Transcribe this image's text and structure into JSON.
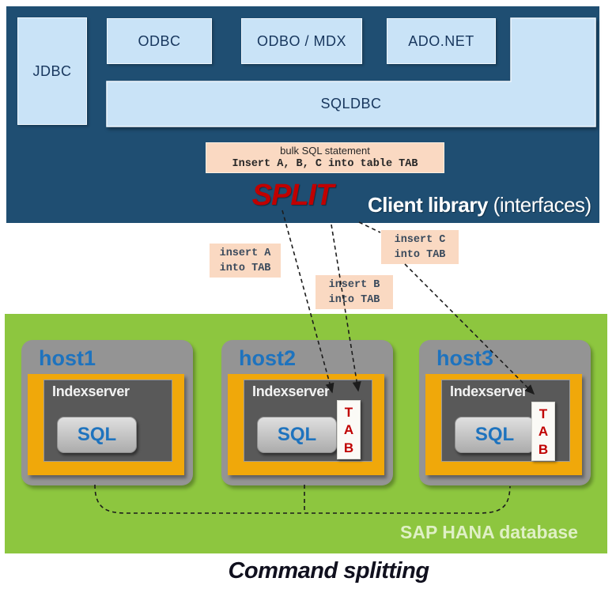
{
  "caption": "Command splitting",
  "client_library": {
    "title_bold": "Client library",
    "title_note": "(interfaces)",
    "boxes": {
      "jdbc": "JDBC",
      "odbc": "ODBC",
      "odbo_mdx": "ODBO / MDX",
      "ado_net": "ADO.NET",
      "sqldbc": "SQLDBC"
    },
    "bulk_statement": {
      "line1": "bulk SQL statement",
      "line2": "Insert A, B, C into table TAB"
    },
    "split_label": "SPLIT"
  },
  "insert_notes": [
    {
      "line1": "insert A",
      "line2": "into TAB"
    },
    {
      "line1": "insert B",
      "line2": "into TAB"
    },
    {
      "line1": "insert C",
      "line2": "into TAB"
    }
  ],
  "database": {
    "label": "SAP HANA database",
    "hosts": [
      {
        "name": "host1",
        "server": "Indexserver",
        "engine": "SQL",
        "has_tab": false
      },
      {
        "name": "host2",
        "server": "Indexserver",
        "engine": "SQL",
        "has_tab": true,
        "tab_letters": [
          "T",
          "A",
          "B"
        ]
      },
      {
        "name": "host3",
        "server": "Indexserver",
        "engine": "SQL",
        "has_tab": true,
        "tab_letters": [
          "T",
          "A",
          "B"
        ]
      }
    ]
  },
  "colors": {
    "panel_navy": "#1F4E72",
    "interface_box_blue": "#C9E3F7",
    "interface_text_navy": "#17365D",
    "note_peach": "#FAD9C2",
    "accent_red": "#C00000",
    "database_green": "#8DC63F",
    "database_label_pale": "#DFF0C5",
    "host_gray": "#949494",
    "indexserver_gray": "#595959",
    "indexserver_orange": "#F0A80A",
    "label_blue": "#1E73BE"
  }
}
